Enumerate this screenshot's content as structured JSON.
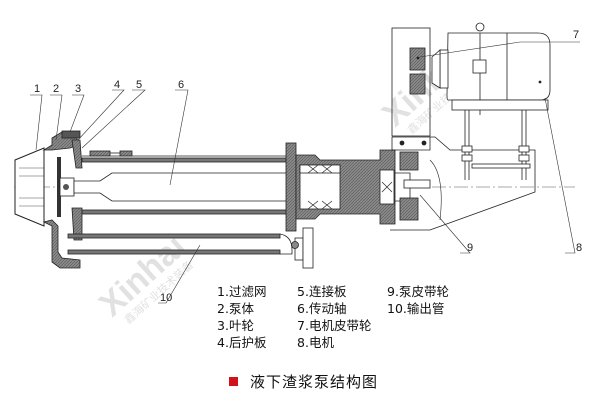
{
  "figure": {
    "title": "液下渣浆泵结构图",
    "title_marker_color": "#d0121b",
    "watermark": {
      "brand": "Xinhai",
      "subtitle": "鑫海矿业技术装备"
    },
    "callouts": [
      "1",
      "2",
      "3",
      "4",
      "5",
      "6",
      "7",
      "8",
      "9",
      "10"
    ],
    "legend": [
      {
        "num": "1.",
        "name": "过滤网"
      },
      {
        "num": "2.",
        "name": "泵体"
      },
      {
        "num": "3.",
        "name": "叶轮"
      },
      {
        "num": "4.",
        "name": "后护板"
      },
      {
        "num": "5.",
        "name": "连接板"
      },
      {
        "num": "6.",
        "name": "传动轴"
      },
      {
        "num": "7.",
        "name": "电机皮带轮"
      },
      {
        "num": "8.",
        "name": "电机"
      },
      {
        "num": "9.",
        "name": "泵皮带轮"
      },
      {
        "num": "10.",
        "name": "输出管"
      }
    ]
  }
}
